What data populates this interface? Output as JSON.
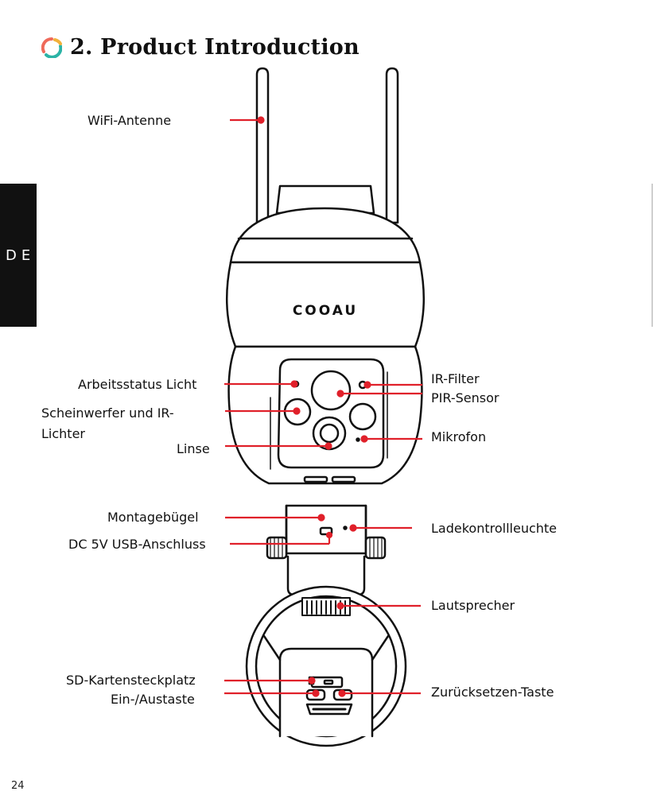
{
  "header": {
    "title": "2. Product Introduction",
    "icon": "circular-arrows-icon"
  },
  "side_tab": {
    "language": "DE"
  },
  "camera": {
    "logo": "COOAU"
  },
  "labels": {
    "wifi_antenna": "WiFi-Antenne",
    "work_status_light": "Arbeitsstatus Licht",
    "spotlight_ir_line1": "Scheinwerfer und IR-",
    "spotlight_ir_line2": "Lichter",
    "lens": "Linse",
    "ir_filter": "IR-Filter",
    "pir_sensor": "PIR-Sensor",
    "microphone": "Mikrofon",
    "mounting_bracket": "Montagebügel",
    "dc_usb_port": "DC 5V USB-Anschluss",
    "charging_indicator": "Ladekontrollleuchte",
    "speaker": "Lautsprecher",
    "sd_card_slot": "SD-Kartensteckplatz",
    "power_button": "Ein-/Austaste",
    "reset_button": "Zurücksetzen-Taste"
  },
  "page_number": "24",
  "colors": {
    "accent_red": "#e0202a",
    "icon_teal": "#2bb3a6",
    "icon_coral": "#ef6a5a"
  }
}
